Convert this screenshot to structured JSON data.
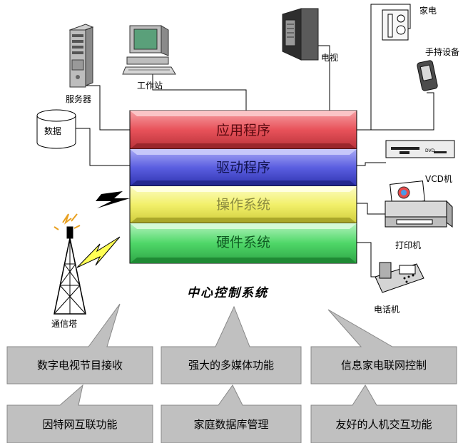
{
  "devices": {
    "server": "服务器",
    "workstation": "工作站",
    "database": "数据",
    "tv": "电视",
    "appliance": "家电",
    "handheld": "手持设备",
    "vcd": "VCD机",
    "dvd_panel": "DVD",
    "printer": "打印机",
    "phone": "电话机",
    "tower": "通信塔"
  },
  "layers": [
    {
      "label": "应用程序",
      "color": "#e8525a"
    },
    {
      "label": "驱动程序",
      "color": "#5a5ee0"
    },
    {
      "label": "操作系统",
      "color": "#f2f06a"
    },
    {
      "label": "硬件系统",
      "color": "#4fd768"
    }
  ],
  "center_title": "中心控制系统",
  "features": [
    "数字电视节目接收",
    "强大的多媒体功能",
    "信息家电联网控制",
    "因特网互联功能",
    "家庭数据库管理",
    "友好的人机交互功能"
  ]
}
